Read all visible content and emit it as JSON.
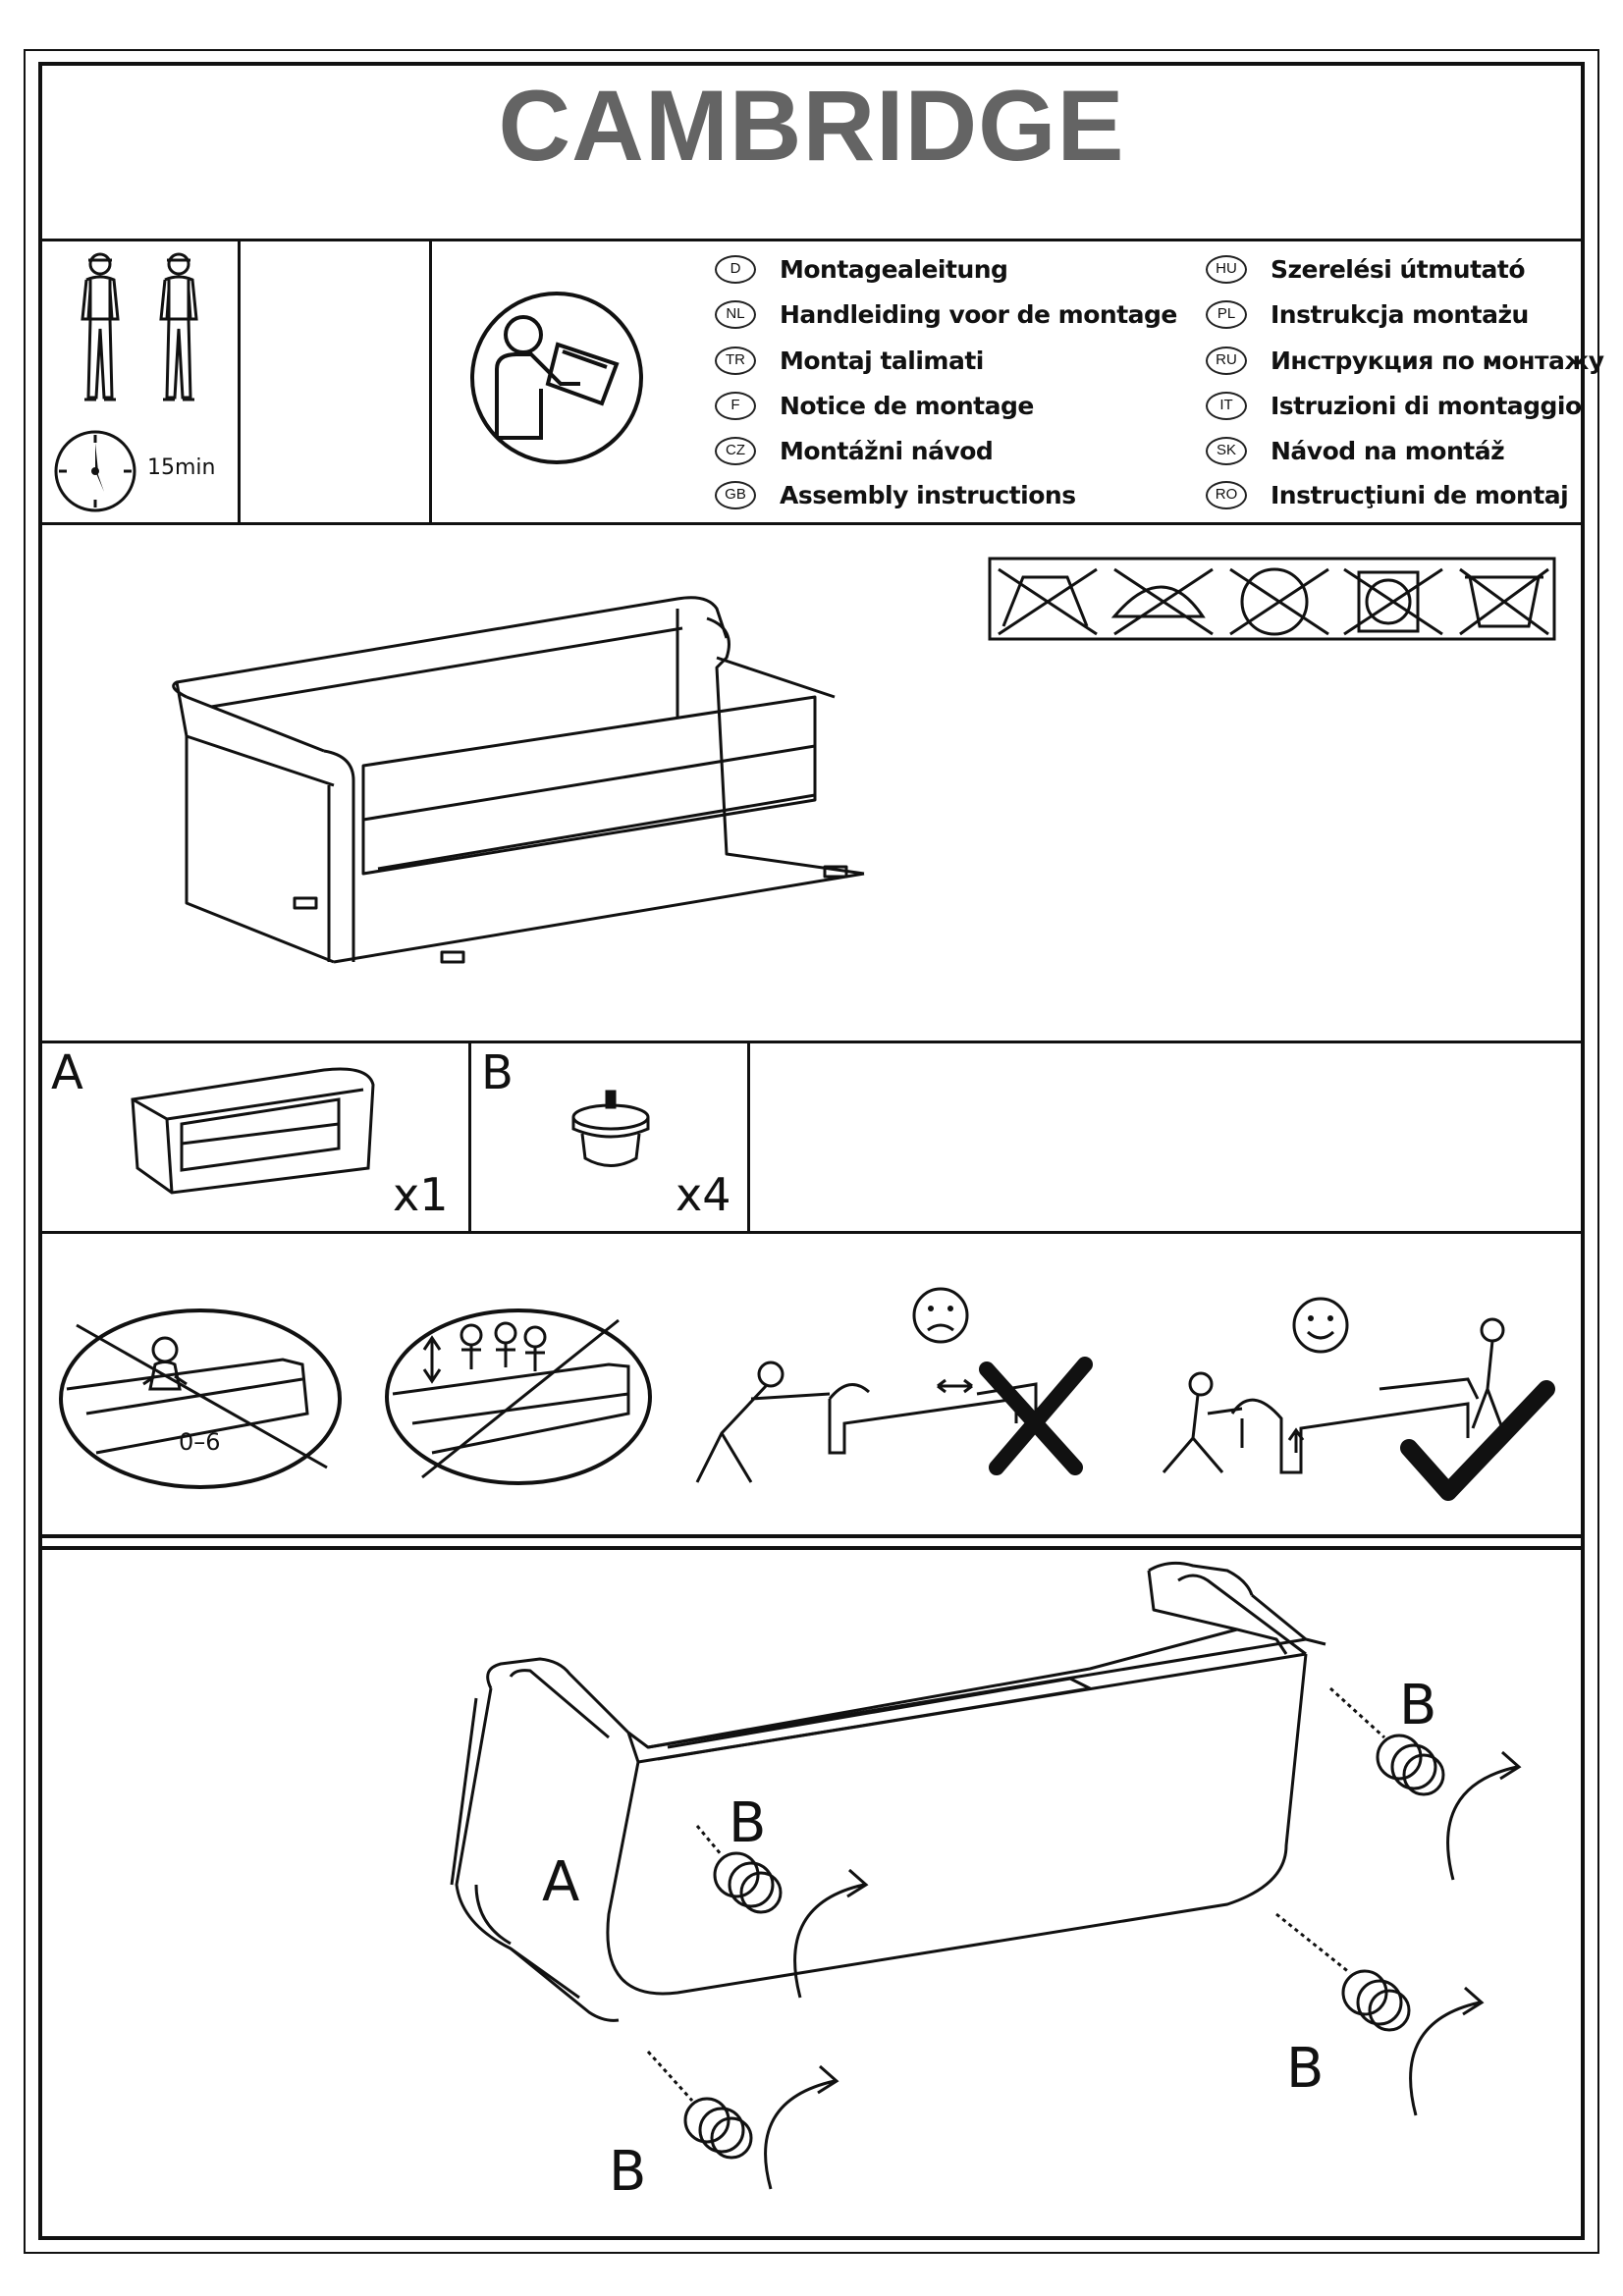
{
  "title": "CAMBRIDGE",
  "assembly_time": "15min",
  "languages": [
    {
      "code": "D",
      "label": "Montagealeitung"
    },
    {
      "code": "NL",
      "label": "Handleiding voor de montage"
    },
    {
      "code": "TR",
      "label": "Montaj talimati"
    },
    {
      "code": "F",
      "label": "Notice de montage"
    },
    {
      "code": "CZ",
      "label": "Montážni návod"
    },
    {
      "code": "GB",
      "label": "Assembly instructions"
    },
    {
      "code": "HU",
      "label": "Szerelési útmutató"
    },
    {
      "code": "PL",
      "label": "Instrukcja montażu"
    },
    {
      "code": "RU",
      "label": "Инструкция по монтажу"
    },
    {
      "code": "IT",
      "label": "Istruzioni di montaggio"
    },
    {
      "code": "SK",
      "label": "Návod na montáž"
    },
    {
      "code": "RO",
      "label": "Instrucţiuni de montaj"
    }
  ],
  "care_symbols": [
    "no-wash-icon",
    "no-iron-icon",
    "no-dryclean-icon",
    "no-tumble-dry-icon",
    "no-bleach-icon"
  ],
  "parts": [
    {
      "letter": "A",
      "quantity": "x1",
      "name": "sofa-body"
    },
    {
      "letter": "B",
      "quantity": "x4",
      "name": "sofa-foot"
    }
  ],
  "warnings": {
    "age_range": "0–6"
  },
  "step": {
    "body_label": "A",
    "foot_labels": [
      "B",
      "B",
      "B",
      "B"
    ]
  },
  "colors": {
    "title": "#646464",
    "line": "#111111"
  }
}
